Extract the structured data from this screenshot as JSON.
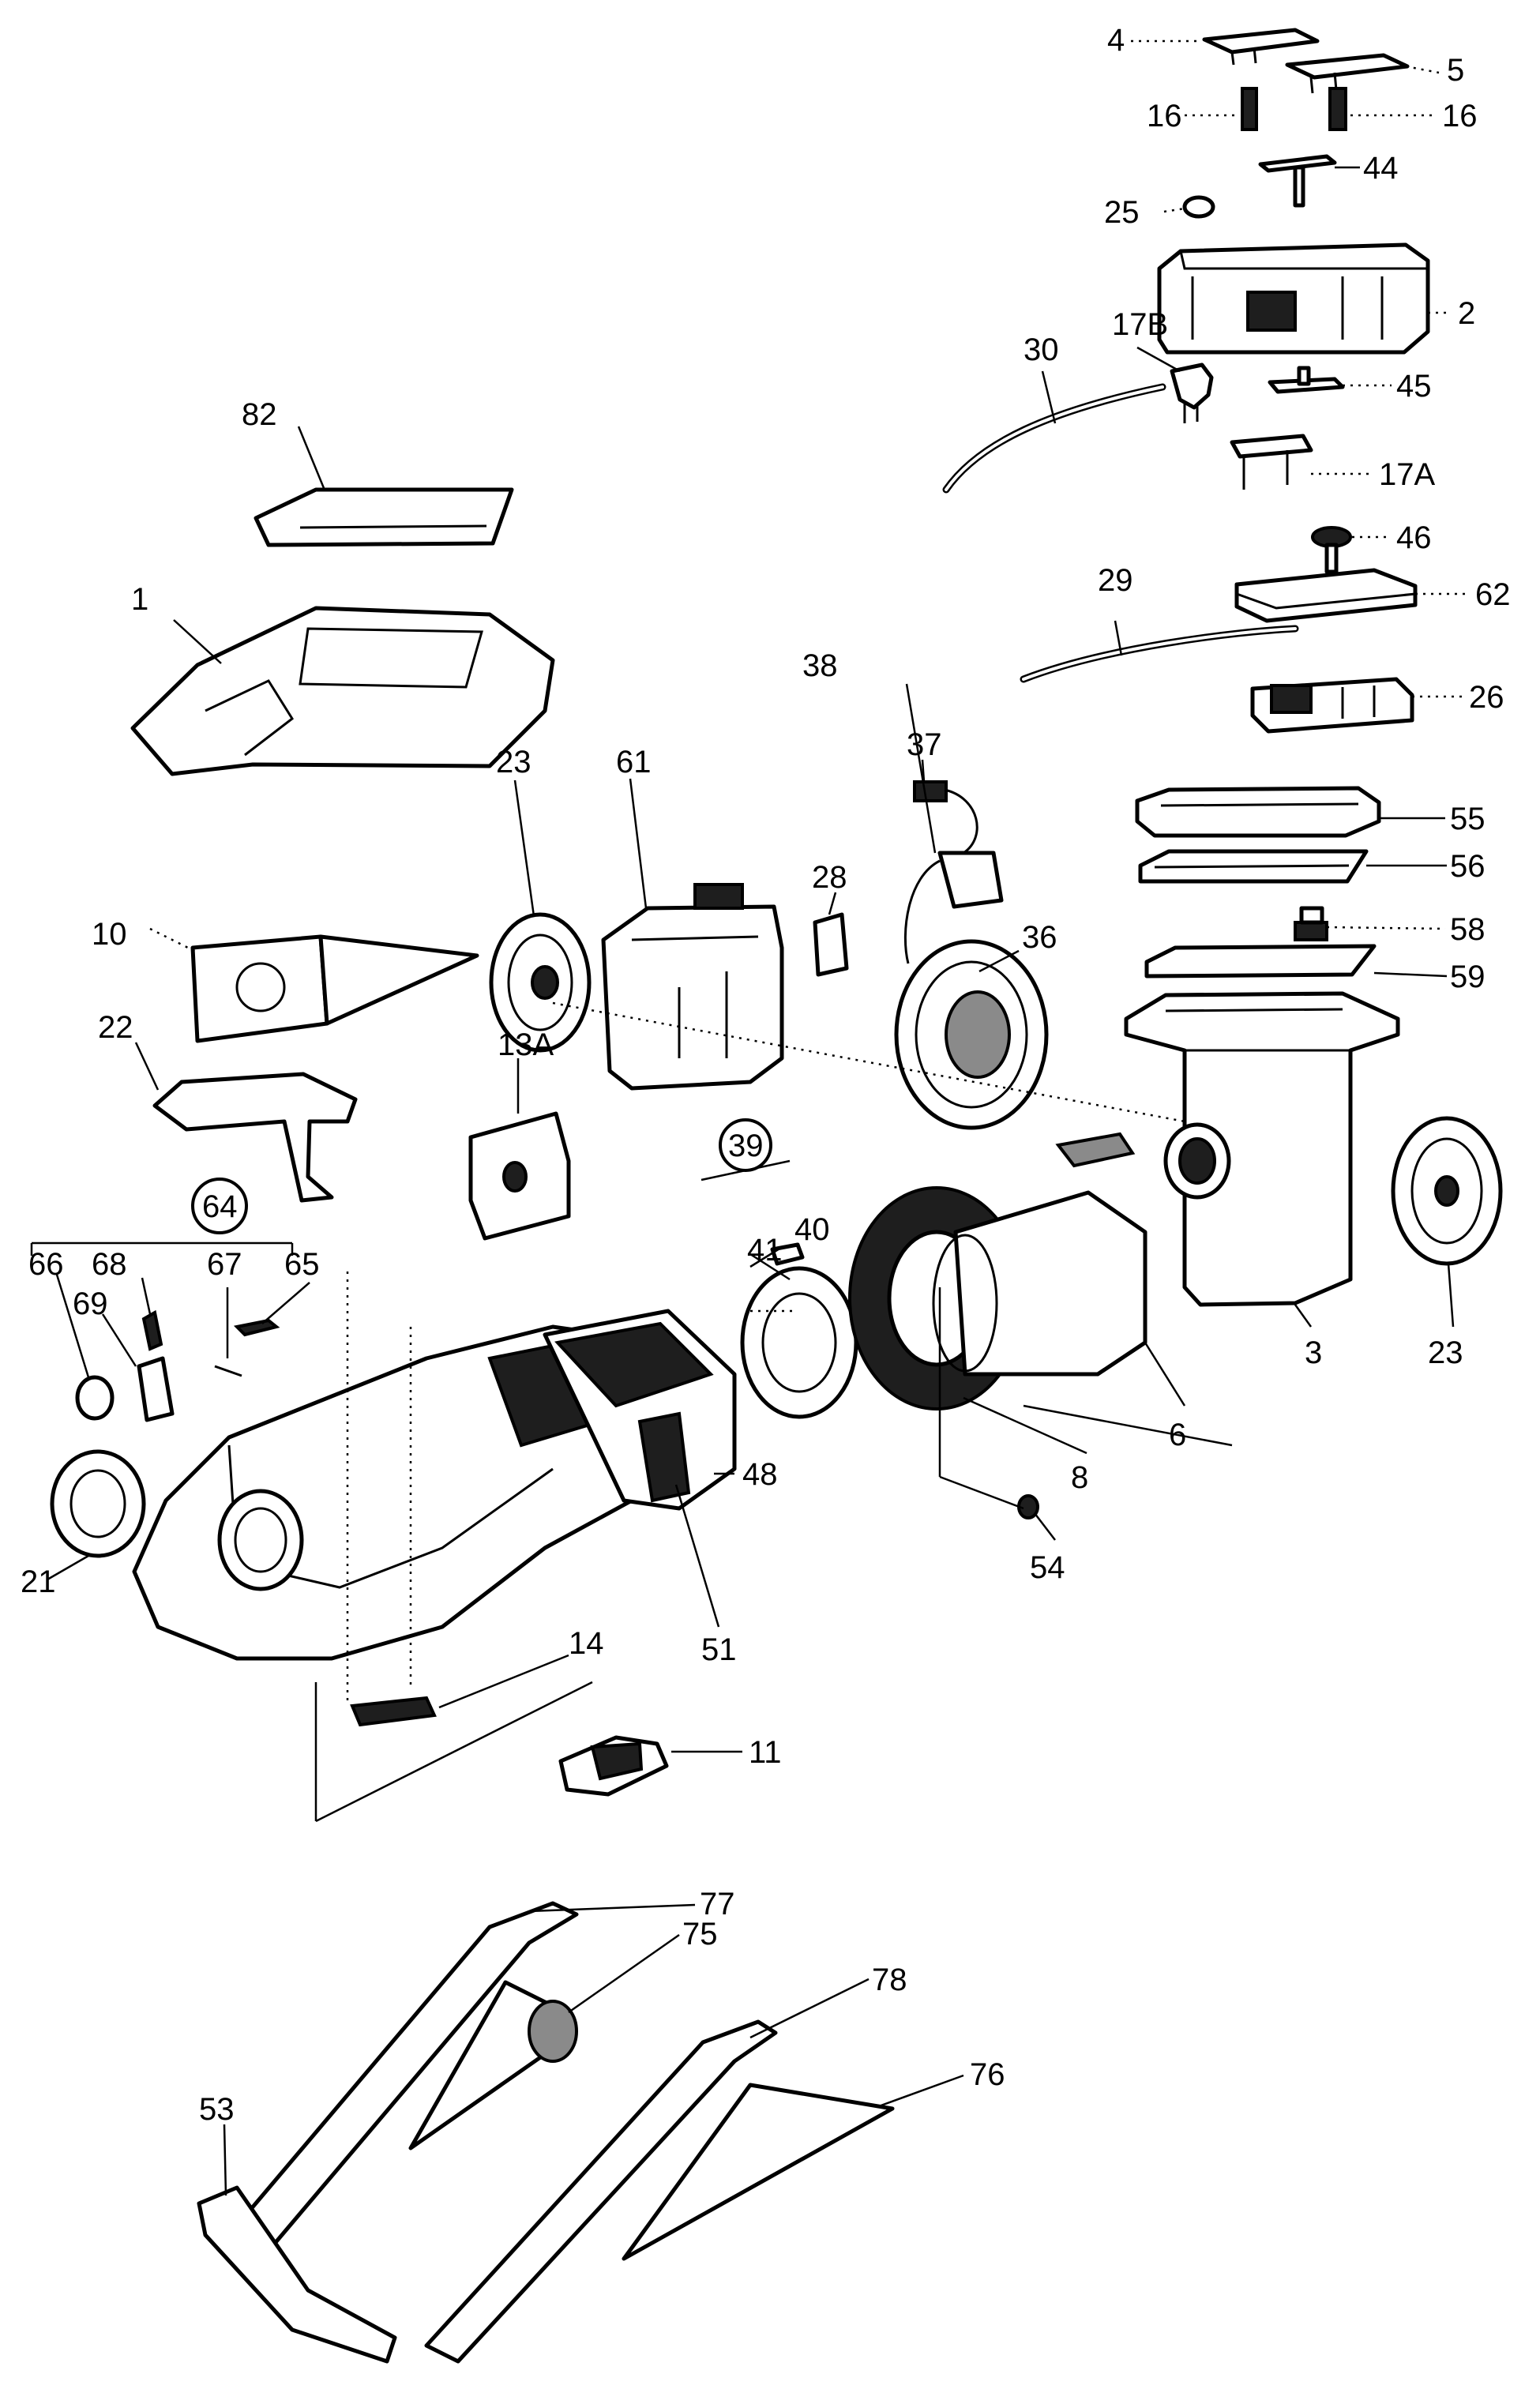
{
  "diagram": {
    "type": "exploded-parts-view",
    "labels": {
      "p1": "1",
      "p2": "2",
      "p3": "3",
      "p4": "4",
      "p5": "5",
      "p6": "6",
      "p8": "8",
      "p10": "10",
      "p11": "11",
      "p13a": "13A",
      "p14": "14",
      "p16a": "16",
      "p16b": "16",
      "p17a": "17A",
      "p17b": "17B",
      "p21": "21",
      "p22": "22",
      "p23a": "23",
      "p23b": "23",
      "p25": "25",
      "p26": "26",
      "p28": "28",
      "p29": "29",
      "p30": "30",
      "p36": "36",
      "p37": "37",
      "p38": "38",
      "p39": "39",
      "p40": "40",
      "p41": "41",
      "p44": "44",
      "p45": "45",
      "p46": "46",
      "p48": "48",
      "p51": "51",
      "p53": "53",
      "p54": "54",
      "p55": "55",
      "p56": "56",
      "p58": "58",
      "p59": "59",
      "p61": "61",
      "p62": "62",
      "p64": "64",
      "p65": "65",
      "p66": "66",
      "p67": "67",
      "p68": "68",
      "p69": "69",
      "p75": "75",
      "p76": "76",
      "p77": "77",
      "p78": "78",
      "p82": "82"
    }
  }
}
